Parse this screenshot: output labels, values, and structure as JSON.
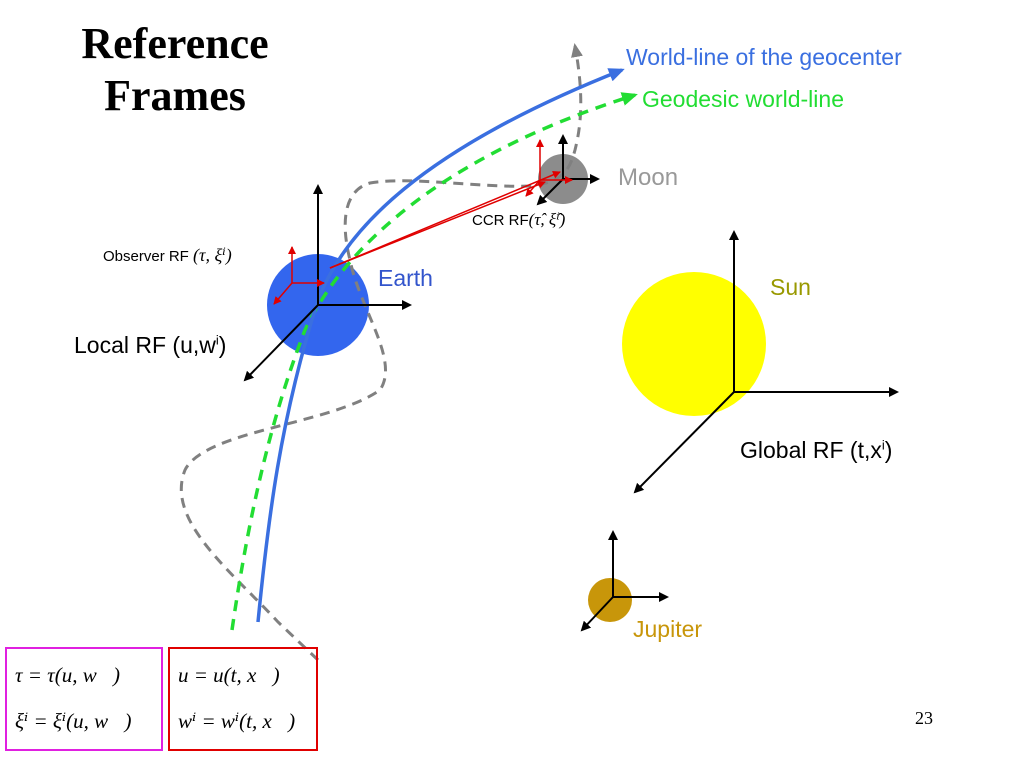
{
  "slide": {
    "title_line1": "Reference",
    "title_line2": "Frames",
    "page_number": "23"
  },
  "labels": {
    "worldline_geocenter": "World-line of the geocenter",
    "geodesic_worldline": "Geodesic world-line",
    "moon": "Moon",
    "earth": "Earth",
    "sun": "Sun",
    "jupiter": "Jupiter",
    "ccr_rf": "CCR RF",
    "ccr_rf_math": "(τ̂, ξ̂ⁱ)",
    "observer_rf": "Observer RF",
    "observer_rf_math": "(τ, ξⁱ)",
    "local_rf": "Local RF (u,w",
    "local_rf_sup": "i",
    "local_rf_close": ")",
    "global_rf": "Global RF (t,x",
    "global_rf_sup": "i",
    "global_rf_close": ")"
  },
  "equations": {
    "left_box": [
      "τ   = τ(u, w⃗)",
      "ξⁱ = ξⁱ(u, w⃗)"
    ],
    "right_box": [
      "u   = u(t, x⃗)",
      "wⁱ = wⁱ(t, x⃗)"
    ]
  },
  "colors": {
    "worldline_geocenter": "#3a6fe0",
    "geodesic": "#22dd33",
    "dashed_path": "#808080",
    "earth": "#3366ee",
    "moon": "#8c8c8c",
    "sun": "#ffff00",
    "jupiter": "#c8960a",
    "red": "#e00000",
    "moon_label": "#999999",
    "sun_label": "#999900",
    "jupiter_label": "#c8960a",
    "left_box_border": "#e020e0",
    "right_box_border": "#e00000"
  }
}
